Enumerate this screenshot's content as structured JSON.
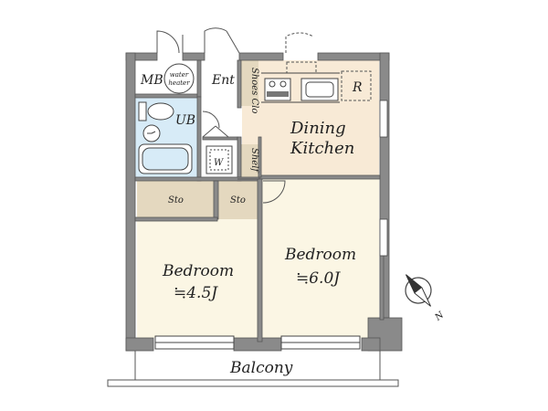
{
  "plan": {
    "rooms": {
      "mb": "MB",
      "water_heater_line1": "water",
      "water_heater_line2": "heater",
      "entrance": "Ent",
      "shoes_closet": "Shoes Clo",
      "refrigerator": "R",
      "unit_bath": "UB",
      "washer": "W",
      "shelf": "Shelf",
      "dining_line1": "Dining",
      "dining_line2": "Kitchen",
      "storage_left": "Sto",
      "storage_right": "Sto",
      "bedroom_left": "Bedroom",
      "bedroom_left_size": "≒4.5J",
      "bedroom_right": "Bedroom",
      "bedroom_right_size": "≒6.0J",
      "balcony": "Balcony"
    },
    "compass": {
      "north_label": "N"
    },
    "colors": {
      "wall": "#8a8a8a",
      "room_fill": "#fbf6e4",
      "kitchen_fill": "#f8ead6",
      "bath_fill": "#d7ebf7",
      "storage_fill": "#e4d8bf",
      "floor_white": "#ffffff"
    }
  }
}
